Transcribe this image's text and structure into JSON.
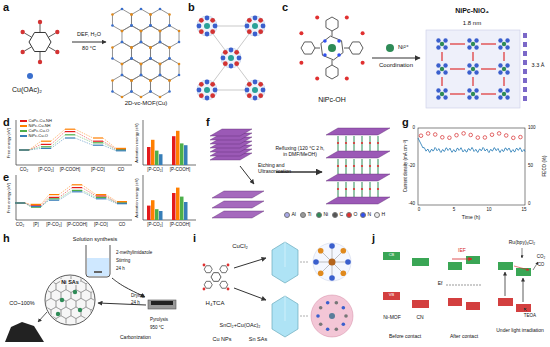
{
  "diagram": {
    "labels": [
      "a",
      "b",
      "c",
      "d",
      "e",
      "f",
      "g",
      "h",
      "i",
      "j",
      "Cu(OAc)₂",
      "DEF, H₂O",
      "80 °C",
      "2D-vc-MOF(Cu)",
      "NiPc-OH",
      "Ni²⁺",
      "Coordination",
      "NiPc-NiO₄",
      "1.8 nm",
      "3.3 Å",
      "Free energy (eV)",
      "CO₂",
      "[P-CO₂]",
      "[P-COOH]",
      "[P-CO]",
      "CO",
      "Activation energy (eV)",
      "[P-CO₂]",
      "[P-COOH]",
      "Free energy (eV)",
      "CO₂",
      "[P]",
      "[P-CO₂]",
      "[P-COOH]",
      "[P-CO]",
      "CO",
      "Activation energy (eV)",
      "[P-CO₂]",
      "[P-COOH]",
      "Etching and Ultrasonication",
      "Refluxing (120 °C 2 h, in DMF/MeOH)",
      "Current density (mA cm⁻²)",
      "FECO (%)",
      "0",
      "-20",
      "-40",
      "100",
      "50",
      "0",
      "0",
      "5",
      "10",
      "15",
      "Time (h)",
      "Solution synthesis",
      "2-methylimidazole",
      "Stirring",
      "24 h",
      "Ni SAs",
      "CO~100%",
      "Drying",
      "24 h",
      "Pyrolysis",
      "950 °C",
      "Carbonization",
      "CuCl₂",
      "H₄TCA",
      "SnCl₂+Cu(OAc)₂",
      "Cu NPs",
      "Sn SAs",
      "Ni-MOF",
      "CN",
      "Before contact",
      "After contact",
      "Under light irradiation",
      "CB",
      "VB",
      "IEF",
      "Ef",
      "Ru(bpy)₃Cl₂",
      "CO₂",
      "CO",
      "TEOA"
    ],
    "legend": [
      {
        "text": "CoPc-Cu-NH",
        "color": "#e41a1c"
      },
      {
        "text": "NiPc-Cu-NH",
        "color": "#ff7f00"
      },
      {
        "text": "CoPc-Cu-O",
        "color": "#4daf4a"
      },
      {
        "text": "NiPc-Cu-O",
        "color": "#377eb8"
      },
      {
        "text": "Al",
        "color": "#a9a9e8"
      },
      {
        "text": "Ti",
        "color": "#9a9a9a"
      },
      {
        "text": "Ni",
        "color": "#2e8b57"
      },
      {
        "text": "C",
        "color": "#555555"
      },
      {
        "text": "O",
        "color": "#e03030"
      },
      {
        "text": "N",
        "color": "#3050f0"
      },
      {
        "text": "H",
        "color": "#eeeeee"
      }
    ]
  }
}
